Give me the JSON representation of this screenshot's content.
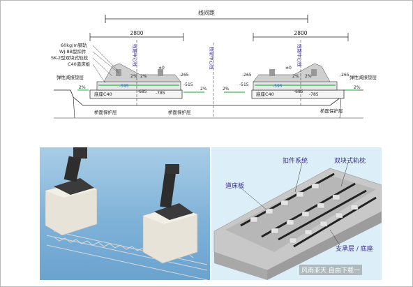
{
  "drawing": {
    "title": "线间距",
    "spacing_left": "2800",
    "spacing_right": "2800",
    "layer_labels": [
      "60kg/m钢轨",
      "WJ-8B型扣件",
      "SK-2型双块式轨枕",
      "C40道床板"
    ],
    "elastic_pad": "弹性减振垫层",
    "base_c40": "底座C40",
    "slope": "2%",
    "bridge_protect": "桥面保护层",
    "track_center": "线路中心线",
    "bridge_center": "桥梁中心线",
    "zero": "±0",
    "dims": [
      "-265",
      "-515",
      "-595",
      "-685",
      "-785"
    ]
  },
  "panel_right": {
    "fastener": "扣件系统",
    "sleeper": "双块式轨枕",
    "slab": "道床板",
    "support": "支承层 / 底座",
    "watermark": "风雨亚天 自由下载一"
  },
  "colors": {
    "line": "#222222",
    "label": "#3a2d86",
    "green": "#3cbf5a",
    "blue": "#2a5fd6"
  }
}
